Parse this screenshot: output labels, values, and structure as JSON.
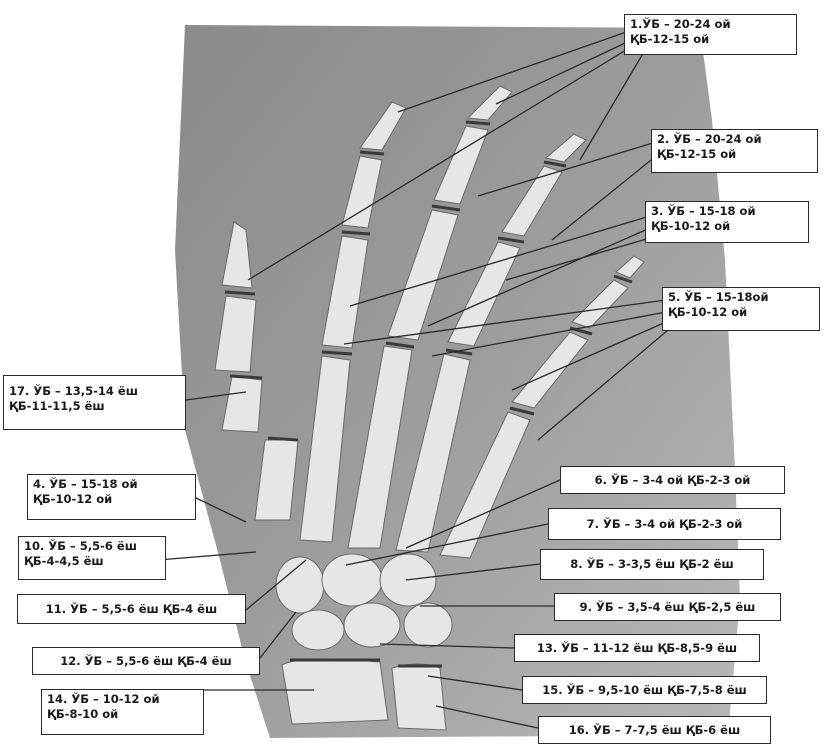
{
  "labels": [
    {
      "id": "1",
      "line1": "1.ЎБ – 20-24 ой",
      "line2": "ҚБ-12-15 ой"
    },
    {
      "id": "2",
      "line1": "2. ЎБ – 20-24 ой",
      "line2": "ҚБ-12-15 ой"
    },
    {
      "id": "3",
      "line1": "3. ЎБ – 15-18 ой",
      "line2": "ҚБ-10-12 ой"
    },
    {
      "id": "5",
      "line1": "5. ЎБ – 15-18ой",
      "line2": "ҚБ-10-12 ой"
    },
    {
      "id": "17",
      "line1": "17. ЎБ – 13,5-14 ёш",
      "line2": "ҚБ-11-11,5 ёш"
    },
    {
      "id": "4",
      "line1": "4. ЎБ – 15-18 ой",
      "line2": "ҚБ-10-12 ой"
    },
    {
      "id": "6",
      "line1": "6. ЎБ – 3-4 ой ҚБ-2-3 ой"
    },
    {
      "id": "7",
      "line1": "7. ЎБ – 3-4 ой ҚБ-2-3 ой"
    },
    {
      "id": "10",
      "line1": "10. ЎБ – 5,5-6 ёш",
      "line2": "ҚБ-4-4,5 ёш"
    },
    {
      "id": "8",
      "line1": "8. ЎБ – 3-3,5 ёш ҚБ-2 ёш"
    },
    {
      "id": "11",
      "line1": "11. ЎБ – 5,5-6 ёш  ҚБ-4 ёш"
    },
    {
      "id": "9",
      "line1": "9. ЎБ – 3,5-4 ёш ҚБ-2,5 ёш"
    },
    {
      "id": "12",
      "line1": "12. ЎБ – 5,5-6 ёш ҚБ-4 ёш"
    },
    {
      "id": "13",
      "line1": "13. ЎБ – 11-12 ёш ҚБ-8,5-9 ёш"
    },
    {
      "id": "14",
      "line1": "14. ЎБ – 10-12 ой",
      "line2": "ҚБ-8-10 ой"
    },
    {
      "id": "15",
      "line1": "15. ЎБ – 9,5-10 ёш ҚБ-7,5-8 ёш"
    },
    {
      "id": "16",
      "line1": "16. ЎБ – 7-7,5 ёш ҚБ-6 ёш"
    }
  ]
}
